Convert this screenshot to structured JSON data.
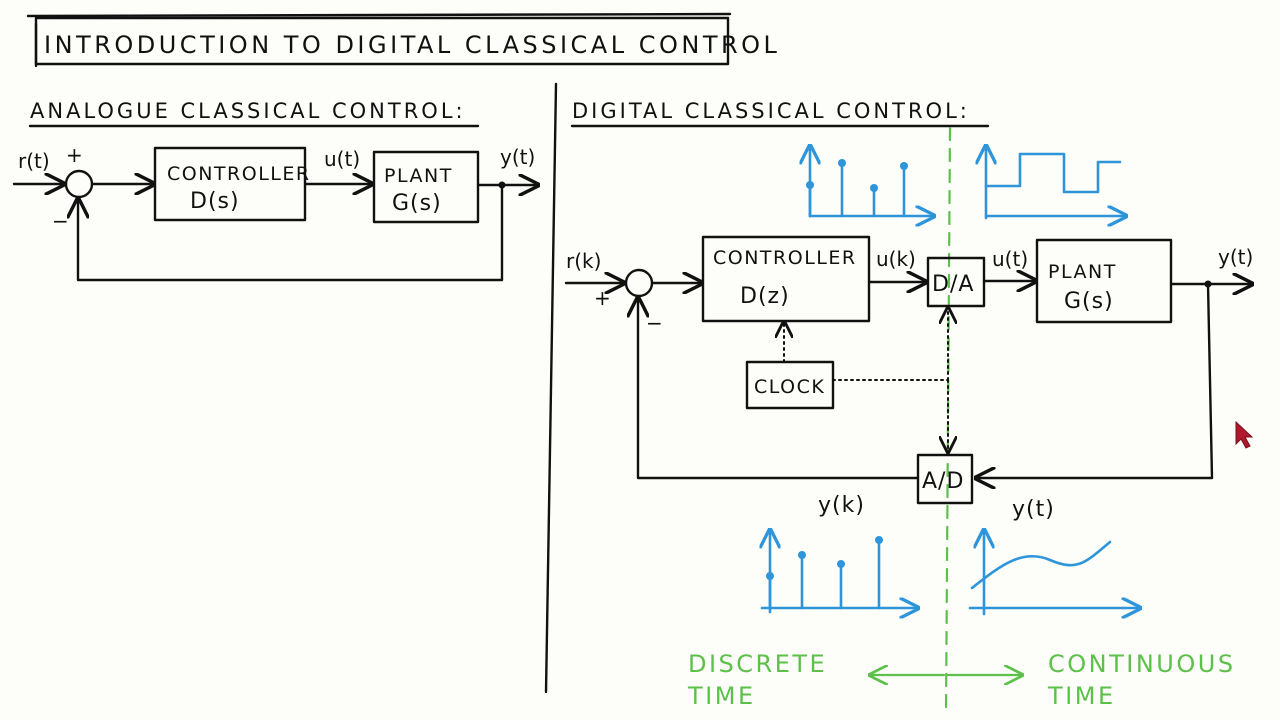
{
  "title": "INTRODUCTION TO DIGITAL CLASSICAL CONTROL",
  "analogue": {
    "heading": "ANALOGUE CLASSICAL CONTROL:",
    "ref_signal": "r(t)",
    "plus": "+",
    "minus": "−",
    "controller_label": "CONTROLLER",
    "controller_tf": "D(s)",
    "control_signal": "u(t)",
    "plant_label": "PLANT",
    "plant_tf": "G(s)",
    "output_signal": "y(t)"
  },
  "digital": {
    "heading": "DIGITAL CLASSICAL CONTROL:",
    "ref_signal": "r(k)",
    "plus": "+",
    "minus": "−",
    "controller_label": "CONTROLLER",
    "controller_tf": "D(z)",
    "discrete_control": "u(k)",
    "dac_label": "D/A",
    "continuous_control": "u(t)",
    "plant_label": "PLANT",
    "plant_tf": "G(s)",
    "output_signal": "y(t)",
    "clock_label": "CLOCK",
    "adc_label": "A/D",
    "sampled_output": "y(k)",
    "continuous_output": "y(t)"
  },
  "regions": {
    "discrete_line1": "DISCRETE",
    "discrete_line2": "TIME",
    "continuous_line1": "CONTINUOUS",
    "continuous_line2": "TIME"
  },
  "colors": {
    "ink": "#111111",
    "signal_sketch": "#2e95db",
    "boundary": "#5cc04a",
    "cursor": "#b0182b"
  },
  "icons": {
    "cursor": "mouse-pointer-icon"
  }
}
